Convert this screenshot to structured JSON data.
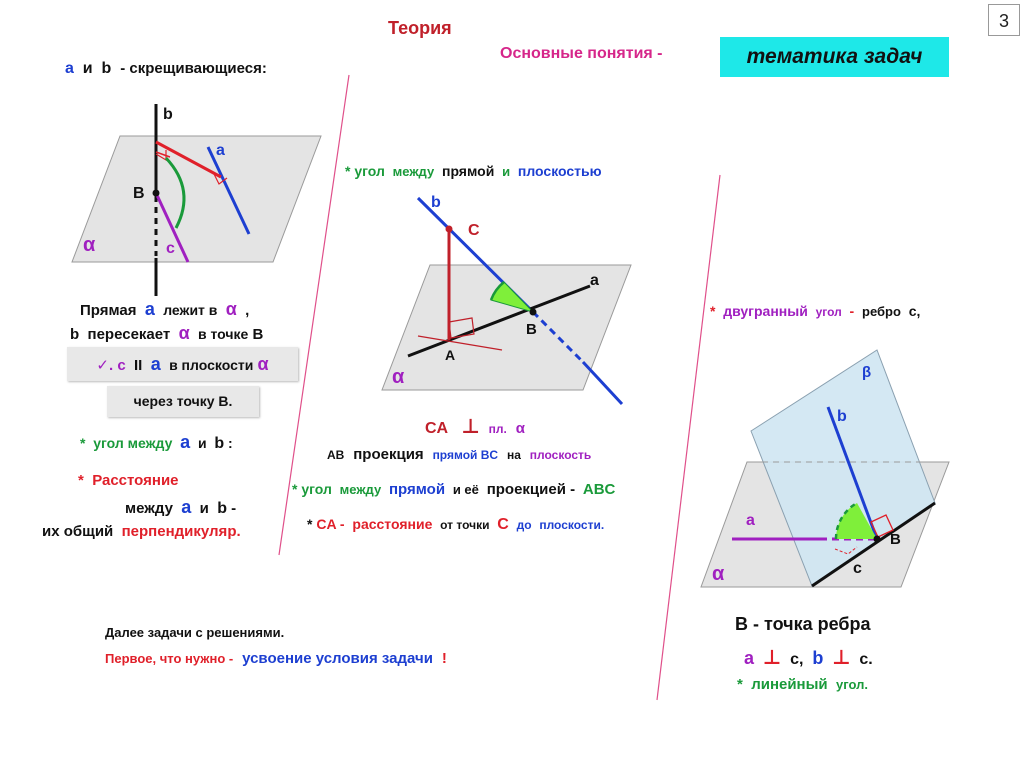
{
  "header": {
    "page_number": "3",
    "title": "Теория",
    "subtitle": "Основные понятия -",
    "topic_box": "тематика  задач"
  },
  "left": {
    "skew_a": "a",
    "skew_and": "и",
    "skew_b": "b",
    "skew_text": "- скрещивающиеся:",
    "fig_labels": {
      "b": "b",
      "a": "a",
      "B": "B",
      "alpha": "α",
      "c": "c"
    },
    "line1_pre": "Прямая",
    "line1_a": "a",
    "line1_mid": "лежит в",
    "line1_alpha": "α",
    "line1_comma": ",",
    "line2_b": "b",
    "line2_mid": "пересекает",
    "line2_alpha": "α",
    "line2_post": "в точке",
    "line2_B": "B",
    "box1_check": "✓. c",
    "box1_par": "II",
    "box1_a": "a",
    "box1_text": "в плоскости",
    "box1_alpha": "α",
    "box2_text": "через  точку  B.",
    "angle_star": "*",
    "angle_text": "угол  между",
    "angle_a": "a",
    "angle_and": "и",
    "angle_b": "b",
    "angle_colon": ":",
    "dist_star": "*",
    "dist_text": "Расстояние",
    "dist_between": "между",
    "dist_a": "a",
    "dist_and": "и",
    "dist_b": "b",
    "dist_dash": "-",
    "perp_pre": "их  общий",
    "perp_text": "перпендикуляр."
  },
  "middle": {
    "angle_star": "*",
    "angle_ugol": "угол",
    "angle_between": "между",
    "angle_line": "прямой",
    "angle_and": "и",
    "angle_plane": "плоскостью",
    "fig_labels": {
      "b": "b",
      "C": "C",
      "a": "a",
      "A": "A",
      "B": "B",
      "alpha": "α"
    },
    "ca_text": "CA",
    "perp_sign": "⊥",
    "pl_text": "пл.",
    "pl_alpha": "α",
    "proj_ab": "AB",
    "proj_word": "проекция",
    "proj_line": "прямой BC",
    "proj_on": "на",
    "proj_plane": "плоскость",
    "angle2_star": "*",
    "angle2_ugol": "угол",
    "angle2_between": "между",
    "angle2_line": "прямой",
    "angle2_and": "и её",
    "angle2_proj": "проекцией -",
    "angle2_abc": "ABC",
    "dist_star": "*",
    "dist_ca": "CA -",
    "dist_word": "расстояние",
    "dist_from": "от точки",
    "dist_c": "C",
    "dist_to": "до",
    "dist_plane": "плоскости."
  },
  "right": {
    "dihedral_star": "*",
    "dihedral_text": "двугранный",
    "dihedral_ugol": "угол",
    "dihedral_dash": "-",
    "dihedral_edge": "ребро",
    "dihedral_c": "c,",
    "fig_labels": {
      "beta": "β",
      "b": "b",
      "a": "a",
      "B": "B",
      "c": "c",
      "alpha": "α"
    },
    "b_point": "B  -  точка  ребра",
    "perp_a": "a",
    "perp_sign1": "⊥",
    "perp_c1": "c,",
    "perp_b": "b",
    "perp_sign2": "⊥",
    "perp_c2": "c.",
    "linear_star": "*",
    "linear_text": "линейный",
    "linear_ugol": "угол."
  },
  "footer": {
    "next_text": "Далее задачи  с  решениями.",
    "first_text": "Первое, что  нужно -",
    "first_blue": "усвоение  условия задачи",
    "first_excl": "!"
  },
  "colors": {
    "red": "#e0202a",
    "blue": "#1d3fd1",
    "purple": "#a020c0",
    "green": "#1a9a3a",
    "magenta": "#d6268a",
    "cyan_box": "#1ee8e8",
    "plane_gray": "#e4e4e4",
    "plane_blue": "#cfe6f2",
    "angle_green": "#7fef3a"
  }
}
